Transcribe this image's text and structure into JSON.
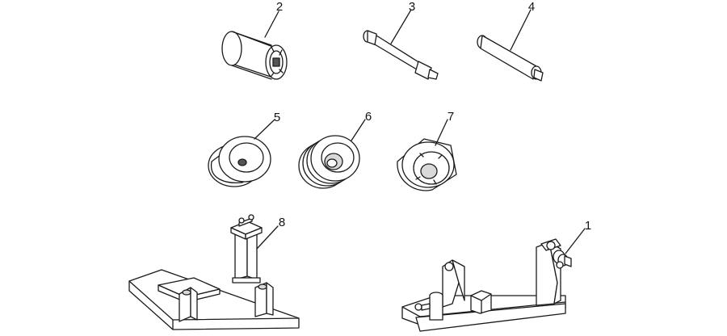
{
  "parts": [
    {
      "id": "tool-1",
      "callout": "1",
      "name": "engine-support-stand"
    },
    {
      "id": "tool-2",
      "callout": "2",
      "name": "slotted-socket-tool"
    },
    {
      "id": "tool-3",
      "callout": "3",
      "name": "threaded-pin-tool"
    },
    {
      "id": "tool-4",
      "callout": "4",
      "name": "round-pin-tool"
    },
    {
      "id": "tool-5",
      "callout": "5",
      "name": "flat-disc-tool"
    },
    {
      "id": "tool-6",
      "callout": "6",
      "name": "grooved-disc-tool"
    },
    {
      "id": "tool-7",
      "callout": "7",
      "name": "ring-nut-socket-tool"
    },
    {
      "id": "tool-8",
      "callout": "8",
      "name": "gearbox-support-plate"
    }
  ],
  "colors": {
    "line": "#1a1a1a",
    "fill": "#ffffff",
    "shade": "#d9d9d9"
  }
}
